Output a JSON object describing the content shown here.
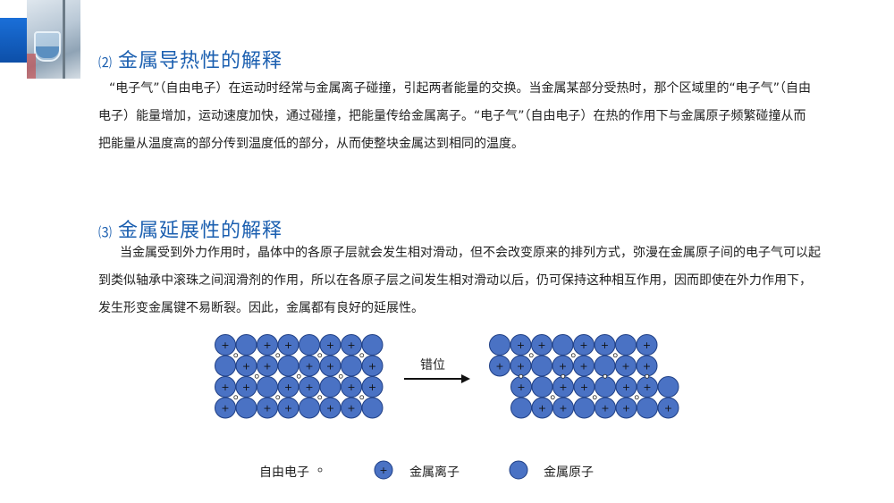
{
  "headings": {
    "h2": {
      "num": "⑵",
      "title": "金属导热性的解释"
    },
    "h3": {
      "num": "⑶",
      "title": "金属延展性的解释"
    }
  },
  "paragraphs": {
    "thermal": "“电子气”（自由电子）在运动时经常与金属离子碰撞，引起两者能量的交换。当金属某部分受热时，那个区域里的“电子气”（自由电子）能量增加，运动速度加快，通过碰撞，把能量传给金属离子。“电子气”（自由电子）在热的作用下与金属原子频繁碰撞从而把能量从温度高的部分传到温度低的部分，从而使整块金属达到相同的温度。",
    "ductility": "当金属受到外力作用时，晶体中的各原子层就会发生相对滑动，但不会改变原来的排列方式，弥漫在金属原子间的电子气可以起到类似轴承中滚珠之间润滑剂的作用，所以在各原子层之间发生相对滑动以后，仍可保持这种相互作用，因而即使在外力作用下，发生形变金属键不易断裂。因此，金属都有良好的延展性。"
  },
  "diagram": {
    "arrow_label": "错位",
    "legend": {
      "free_electron": "自由电子",
      "metal_ion": "金属离子",
      "metal_atom": "金属原子"
    },
    "ion_symbol": "+",
    "colors": {
      "sphere_fill": "#4a72c4",
      "sphere_stroke": "#1f3f85",
      "heading": "#1b5fb0"
    }
  }
}
